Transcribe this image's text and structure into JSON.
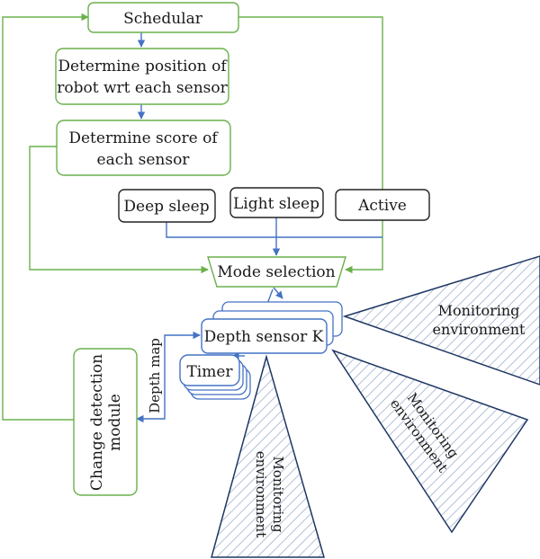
{
  "nodes": {
    "schedular": "Schedular",
    "position_line1": "Determine position of",
    "position_line2": "robot wrt each sensor",
    "score_line1": "Determine score of",
    "score_line2": "each sensor",
    "deep_sleep": "Deep sleep",
    "light_sleep": "Light sleep",
    "active": "Active",
    "mode_selection": "Mode selection",
    "depth_sensor": "Depth sensor K",
    "timer": "Timer",
    "change_detection_line1": "Change detection",
    "change_detection_line2": "module"
  },
  "edge_labels": {
    "depth_map": "Depth map"
  },
  "regions": {
    "monitoring_line1": "Monitoring",
    "monitoring_line2": "environment"
  },
  "colors": {
    "green": "#6ab04c",
    "blue": "#4472c4",
    "dark_outline": "#222222",
    "navy": "#1f3864",
    "hatch": "#9fb2cc"
  }
}
